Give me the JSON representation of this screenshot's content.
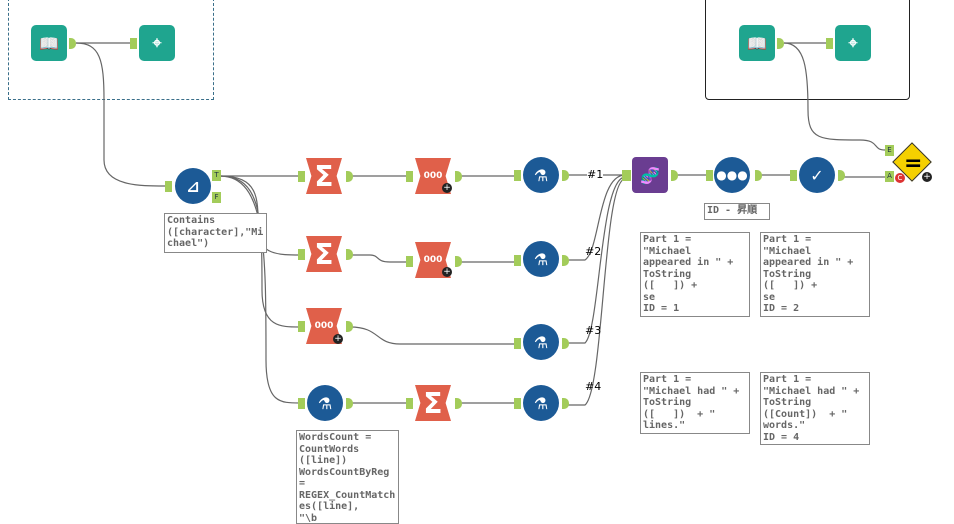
{
  "colors": {
    "input": "#1fa58f",
    "preparation": "#1c5a96",
    "transform": "#e0604a",
    "join": "#6a3d91",
    "test": "#f5d000",
    "anchor": "#a3cc5a"
  },
  "filter": {
    "icon": "filter-icon",
    "anchor_true": "T",
    "anchor_false": "F",
    "annotation": "Contains\n([character],\"Mi\nchael\")"
  },
  "formula_left": {
    "annotation": "WordsCount =\nCountWords\n([line])\nWordsCountByReg\n=\nREGEX_CountMatch\nes([line],\n\"\\b"
  },
  "formula_notes": [
    "Part 1 =\n\"Michael\nappeared in \" +\nToString\n([   ]) +\nse\nID = 1",
    "Part 1 =\n\"Michael\nappeared in \" +\nToString\n([   ]) +\nse\nID = 2",
    "Part 1 =\n\"Michael had \" +\nToString\n([   ])  + \"\nlines.\"",
    "Part 1 =\n\"Michael had \" +\nToString\n([Count])  + \"\nwords.\"\nID = 4"
  ],
  "wire_labels": [
    "#1",
    "#2",
    "#3",
    "#4"
  ],
  "sort": {
    "annotation": "ID - 昇順"
  },
  "test": {
    "anchor_e": "E",
    "anchor_a": "A",
    "anchor_c": "C"
  }
}
